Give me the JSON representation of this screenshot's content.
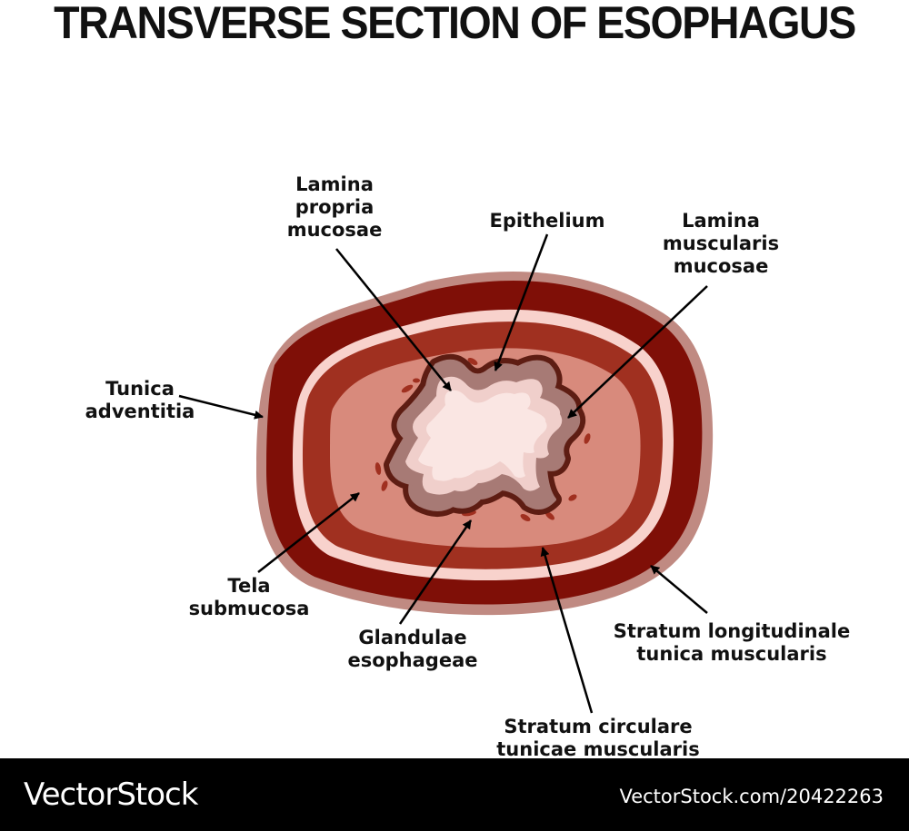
{
  "title": "TRANSVERSE SECTION OF ESOPHAGUS",
  "labels": {
    "lamina_propria": [
      "Lamina",
      "propria",
      "mucosae"
    ],
    "epithelium": [
      "Epithelium"
    ],
    "lamina_muscularis": [
      "Lamina",
      "muscularis",
      "mucosae"
    ],
    "tunica_adventitia": [
      "Tunica",
      "adventitia"
    ],
    "tela_submucosa": [
      "Tela",
      "submucosa"
    ],
    "glandulae": [
      "Glandulae",
      "esophageae"
    ],
    "stratum_longitudinale": [
      "Stratum longitudinale",
      "tunica muscularis"
    ],
    "stratum_circulare": [
      "Stratum circulare",
      "tunicae muscularis"
    ]
  },
  "footer": {
    "brand": "VectorStock",
    "stock_id": "VectorStock.com/20422263"
  },
  "colors": {
    "adventitia": "#c08a82",
    "longitudinal_muscle": "#7f0f07",
    "connective_band": "#f8d2cc",
    "circular_muscle": "#a03020",
    "submucosa": "#d88a7c",
    "muscularis_mucosae": "#5e1d13",
    "lamina_propria": "#a77a75",
    "epithelium": "#f0cfcb",
    "lumen": "#fae6e3",
    "glands": "#a03020"
  }
}
